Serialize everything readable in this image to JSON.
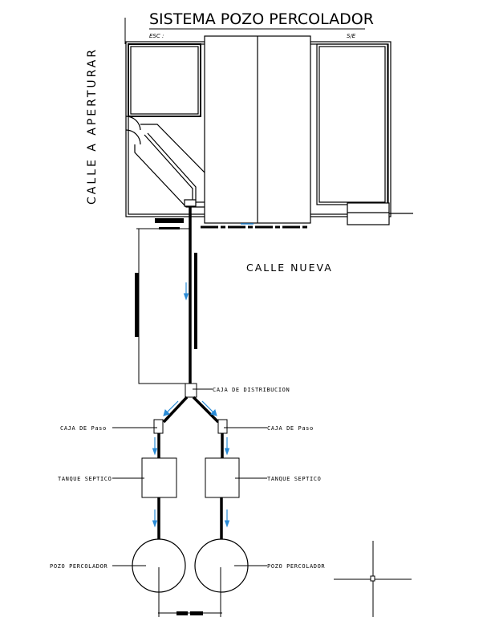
{
  "title": "SISTEMA POZO PERCOLADOR",
  "scale_label": "ESC :",
  "scale_value": "S/E",
  "streets": {
    "side": "CALLE A APERTURAR",
    "front": "CALLE NUEVA"
  },
  "labels": {
    "distribution_box": "CAJA DE DISTRIBUCION",
    "pass_box_left": "CAJA DE Paso",
    "pass_box_right": "CAJA DE Paso",
    "septic_tank_left": "TANQUE SEPTICO",
    "septic_tank_right": "TANQUE SEPTICO",
    "percolation_well_left": "POZO PERCOLADOR",
    "percolation_well_right": "POZO PERCOLADOR"
  },
  "colors": {
    "flow_arrow": "#2a8bd6",
    "line": "#000000"
  }
}
